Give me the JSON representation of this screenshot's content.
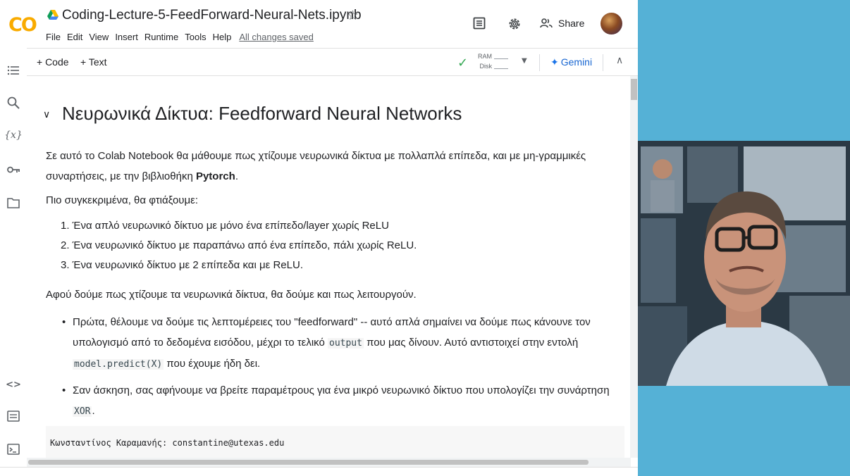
{
  "app": {
    "logo": "CO",
    "notebook_title": "Coding-Lecture-5-FeedForward-Neural-Nets.ipynb",
    "menu": [
      "File",
      "Edit",
      "View",
      "Insert",
      "Runtime",
      "Tools",
      "Help"
    ],
    "save_status": "All changes saved",
    "share_label": "Share",
    "icons": [
      "drive-icon",
      "star-icon",
      "comment-icon",
      "gear-icon",
      "share-person-icon",
      "avatar"
    ]
  },
  "toolbar": {
    "add_code": "+ Code",
    "add_text": "+ Text",
    "ram_label": "RAM",
    "disk_label": "Disk",
    "gemini_label": "Gemini"
  },
  "sidebar": {
    "icons": [
      "toc-icon",
      "search-icon",
      "variables-icon",
      "key-icon",
      "folder-icon",
      "code-snippets-icon",
      "command-palette-icon",
      "terminal-icon"
    ],
    "variables_glyph": "{x}"
  },
  "notebook": {
    "heading": "Νευρωνικά Δίκτυα: Feedforward Neural Networks",
    "intro_1": "Σε αυτό το Colab Notebook θα μάθουμε πως χτίζουμε νευρωνικά δίκτυα με πολλαπλά επίπεδα, και με μη-γραμμικές",
    "intro_2_prefix": "συναρτήσεις, με την βιβλιοθήκη ",
    "intro_2_bold": "Pytorch",
    "intro_2_suffix": ".",
    "more_specifically": "Πιο συγκεκριμένα, θα φτιάξουμε:",
    "ordered_list": [
      "1. Ένα απλό νευρωνικό δίκτυο με μόνο ένα επίπεδο/layer χωρίς ReLU",
      "2. Ένα νευρωνικό δίκτυο με παραπάνω από ένα επίπεδο, πάλι χωρίς ReLU.",
      "3. Ένα νευρωνικό δίκτυο με 2 επίπεδα και με ReLU."
    ],
    "after_build": "Αφού δούμε πως χτίζουμε τα νευρωνικά δίκτυα, θα δούμε και πως λειτουργούν.",
    "bullet_1_line1": "Πρώτα, θέλουμε να δούμε τις λεπτομέρειες του \"feedforward\" -- αυτό απλά σημαίνει να δούμε πως κάνουνε τον",
    "bullet_1_line2_prefix": "υπολογισμό από το δεδομένα εισόδου, μέχρι το τελικό ",
    "bullet_1_code_1": "output",
    "bullet_1_line2_suffix": " που μας δίνουν. Αυτό αντιστοιχεί στην εντολή",
    "bullet_1_code_2": "model.predict(X)",
    "bullet_1_line3_suffix": " που έχουμε ήδη δει.",
    "bullet_2_line1": "Σαν άσκηση, σας αφήνουμε να βρείτε παραμέτρους για ένα μικρό νευρωνικό δίκτυο που υπολογίζει την συνάρτηση",
    "bullet_2_code": "XOR",
    "bullet_2_suffix": ".",
    "code_line": "Κωνσταντίνος Καραμανής: constantine@utexas.edu"
  },
  "colors": {
    "video_background": "#55b1d6",
    "accent_blue": "#1a73e8",
    "status_green": "#34a853",
    "logo_yellow": "#f9ab00",
    "logo_orange": "#e8710a"
  }
}
